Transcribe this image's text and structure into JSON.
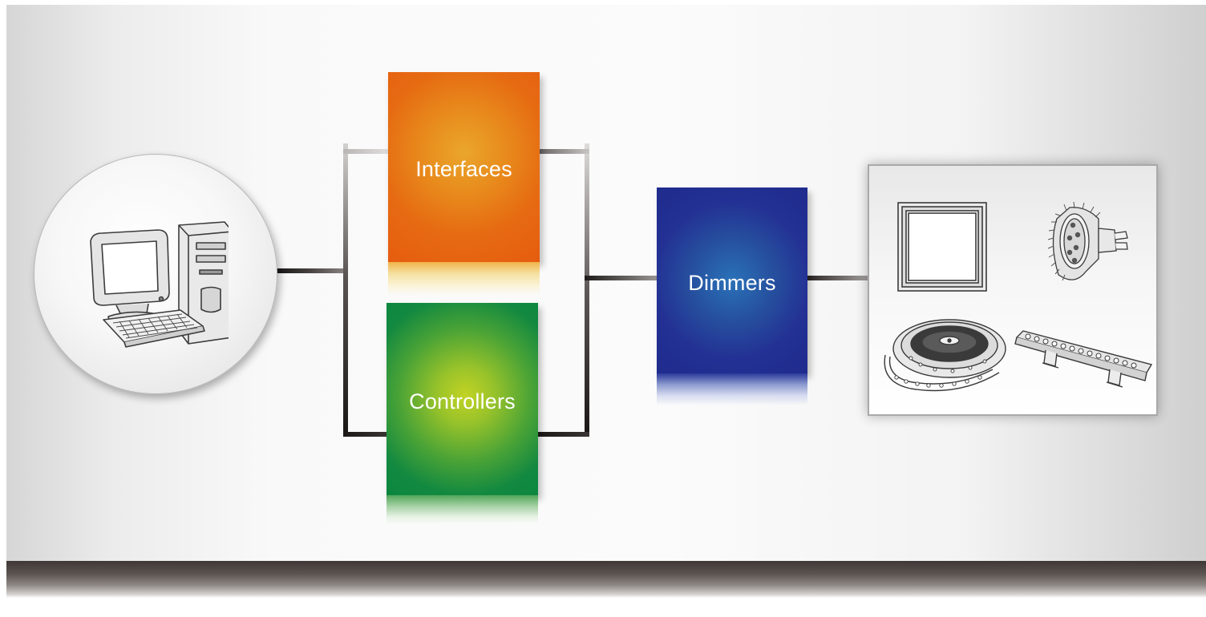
{
  "blocks": {
    "interfaces": "Interfaces",
    "controllers": "Controllers",
    "dimmers": "Dimmers"
  },
  "nodes": {
    "computer": "desktop-computer-icon",
    "lights": [
      "square-panel-light-icon",
      "mr16-spot-lamp-icon",
      "led-strip-reel-icon",
      "linear-wall-washer-icon"
    ]
  },
  "colors": {
    "interfaces": "#e65c0f",
    "controllers": "#0b863f",
    "dimmers": "#1f2b8d"
  }
}
